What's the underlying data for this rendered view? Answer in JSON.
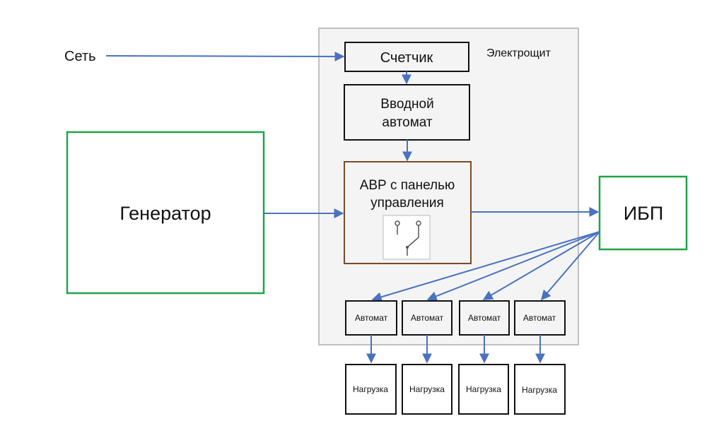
{
  "colors": {
    "background": "#ffffff",
    "panel_border": "#c0c0c0",
    "panel_fill": "#f4f4f4",
    "box_border": "#111111",
    "box_fill": "#f4f4f4",
    "green_border": "#1fa644",
    "ats_border": "#7a4a2a",
    "arrow": "#4a72c0"
  },
  "labels": {
    "grid": "Сеть",
    "panel": "Электрощит",
    "meter": "Счетчик",
    "main_breaker_line1": "Вводной",
    "main_breaker_line2": "автомат",
    "ats_line1": "АВР с панелью",
    "ats_line2": "управления",
    "generator": "Генератор",
    "ups": "ИБП"
  },
  "icons": {
    "ats_switch": "transfer-switch-icon"
  },
  "breakers": [
    {
      "label": "Автомат"
    },
    {
      "label": "Автомат"
    },
    {
      "label": "Автомат"
    },
    {
      "label": "Автомат"
    }
  ],
  "loads": [
    {
      "label": "Нагрузка"
    },
    {
      "label": "Нагрузка"
    },
    {
      "label": "Нагрузка"
    },
    {
      "label": "Нагрузка"
    }
  ]
}
